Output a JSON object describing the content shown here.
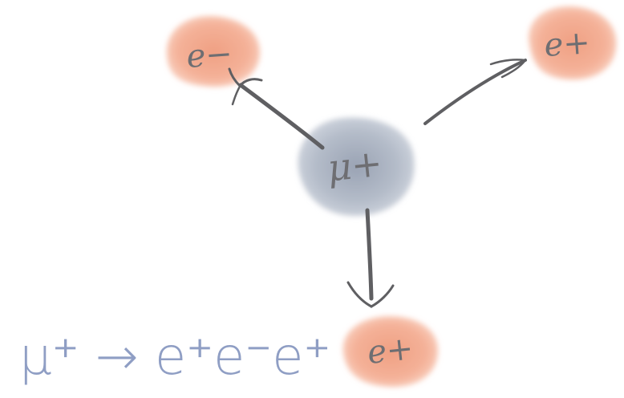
{
  "diagram": {
    "decay_formula": "μ⁺ → e⁺e⁻e⁺",
    "parent_particle": {
      "label": "μ+",
      "color": "#aeb6c4"
    },
    "daughter_particles": [
      {
        "id": "electron",
        "label": "e−",
        "color": "#f2a688"
      },
      {
        "id": "positron-1",
        "label": "e+",
        "color": "#f2a688"
      },
      {
        "id": "positron-2",
        "label": "e+",
        "color": "#f2a688"
      }
    ],
    "arrow_color": "#5f5f62",
    "formula_color": "#8f9ec4"
  }
}
